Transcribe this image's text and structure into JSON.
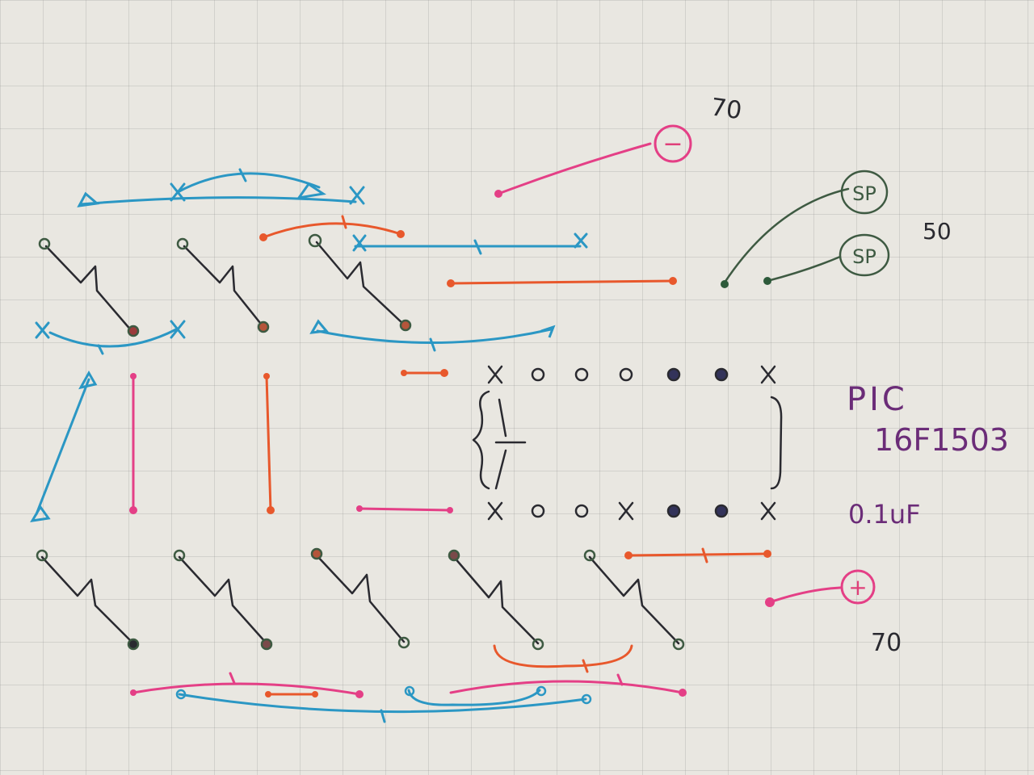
{
  "colors": {
    "paper": "#e9e7e1",
    "blue": "#2b97c4",
    "pink": "#e43f86",
    "orange": "#e8582c",
    "green": "#3e5a42",
    "black": "#2a2a30",
    "purple": "#6b2c78"
  },
  "labels": {
    "minus": "−",
    "plus": "+",
    "sp_top": "SP",
    "sp_bottom": "SP",
    "value_top": "70",
    "value_sp": "50",
    "value_bottom": "70",
    "chip_line1": "PIC",
    "chip_line2": "16F1503",
    "cap_value": "0.1uF"
  },
  "chip": {
    "top_row": [
      "x",
      "o",
      "o",
      "o",
      "dot",
      "dot",
      "x"
    ],
    "bottom_row": [
      "x",
      "o",
      "o",
      "x",
      "dot",
      "dot",
      "x"
    ]
  }
}
